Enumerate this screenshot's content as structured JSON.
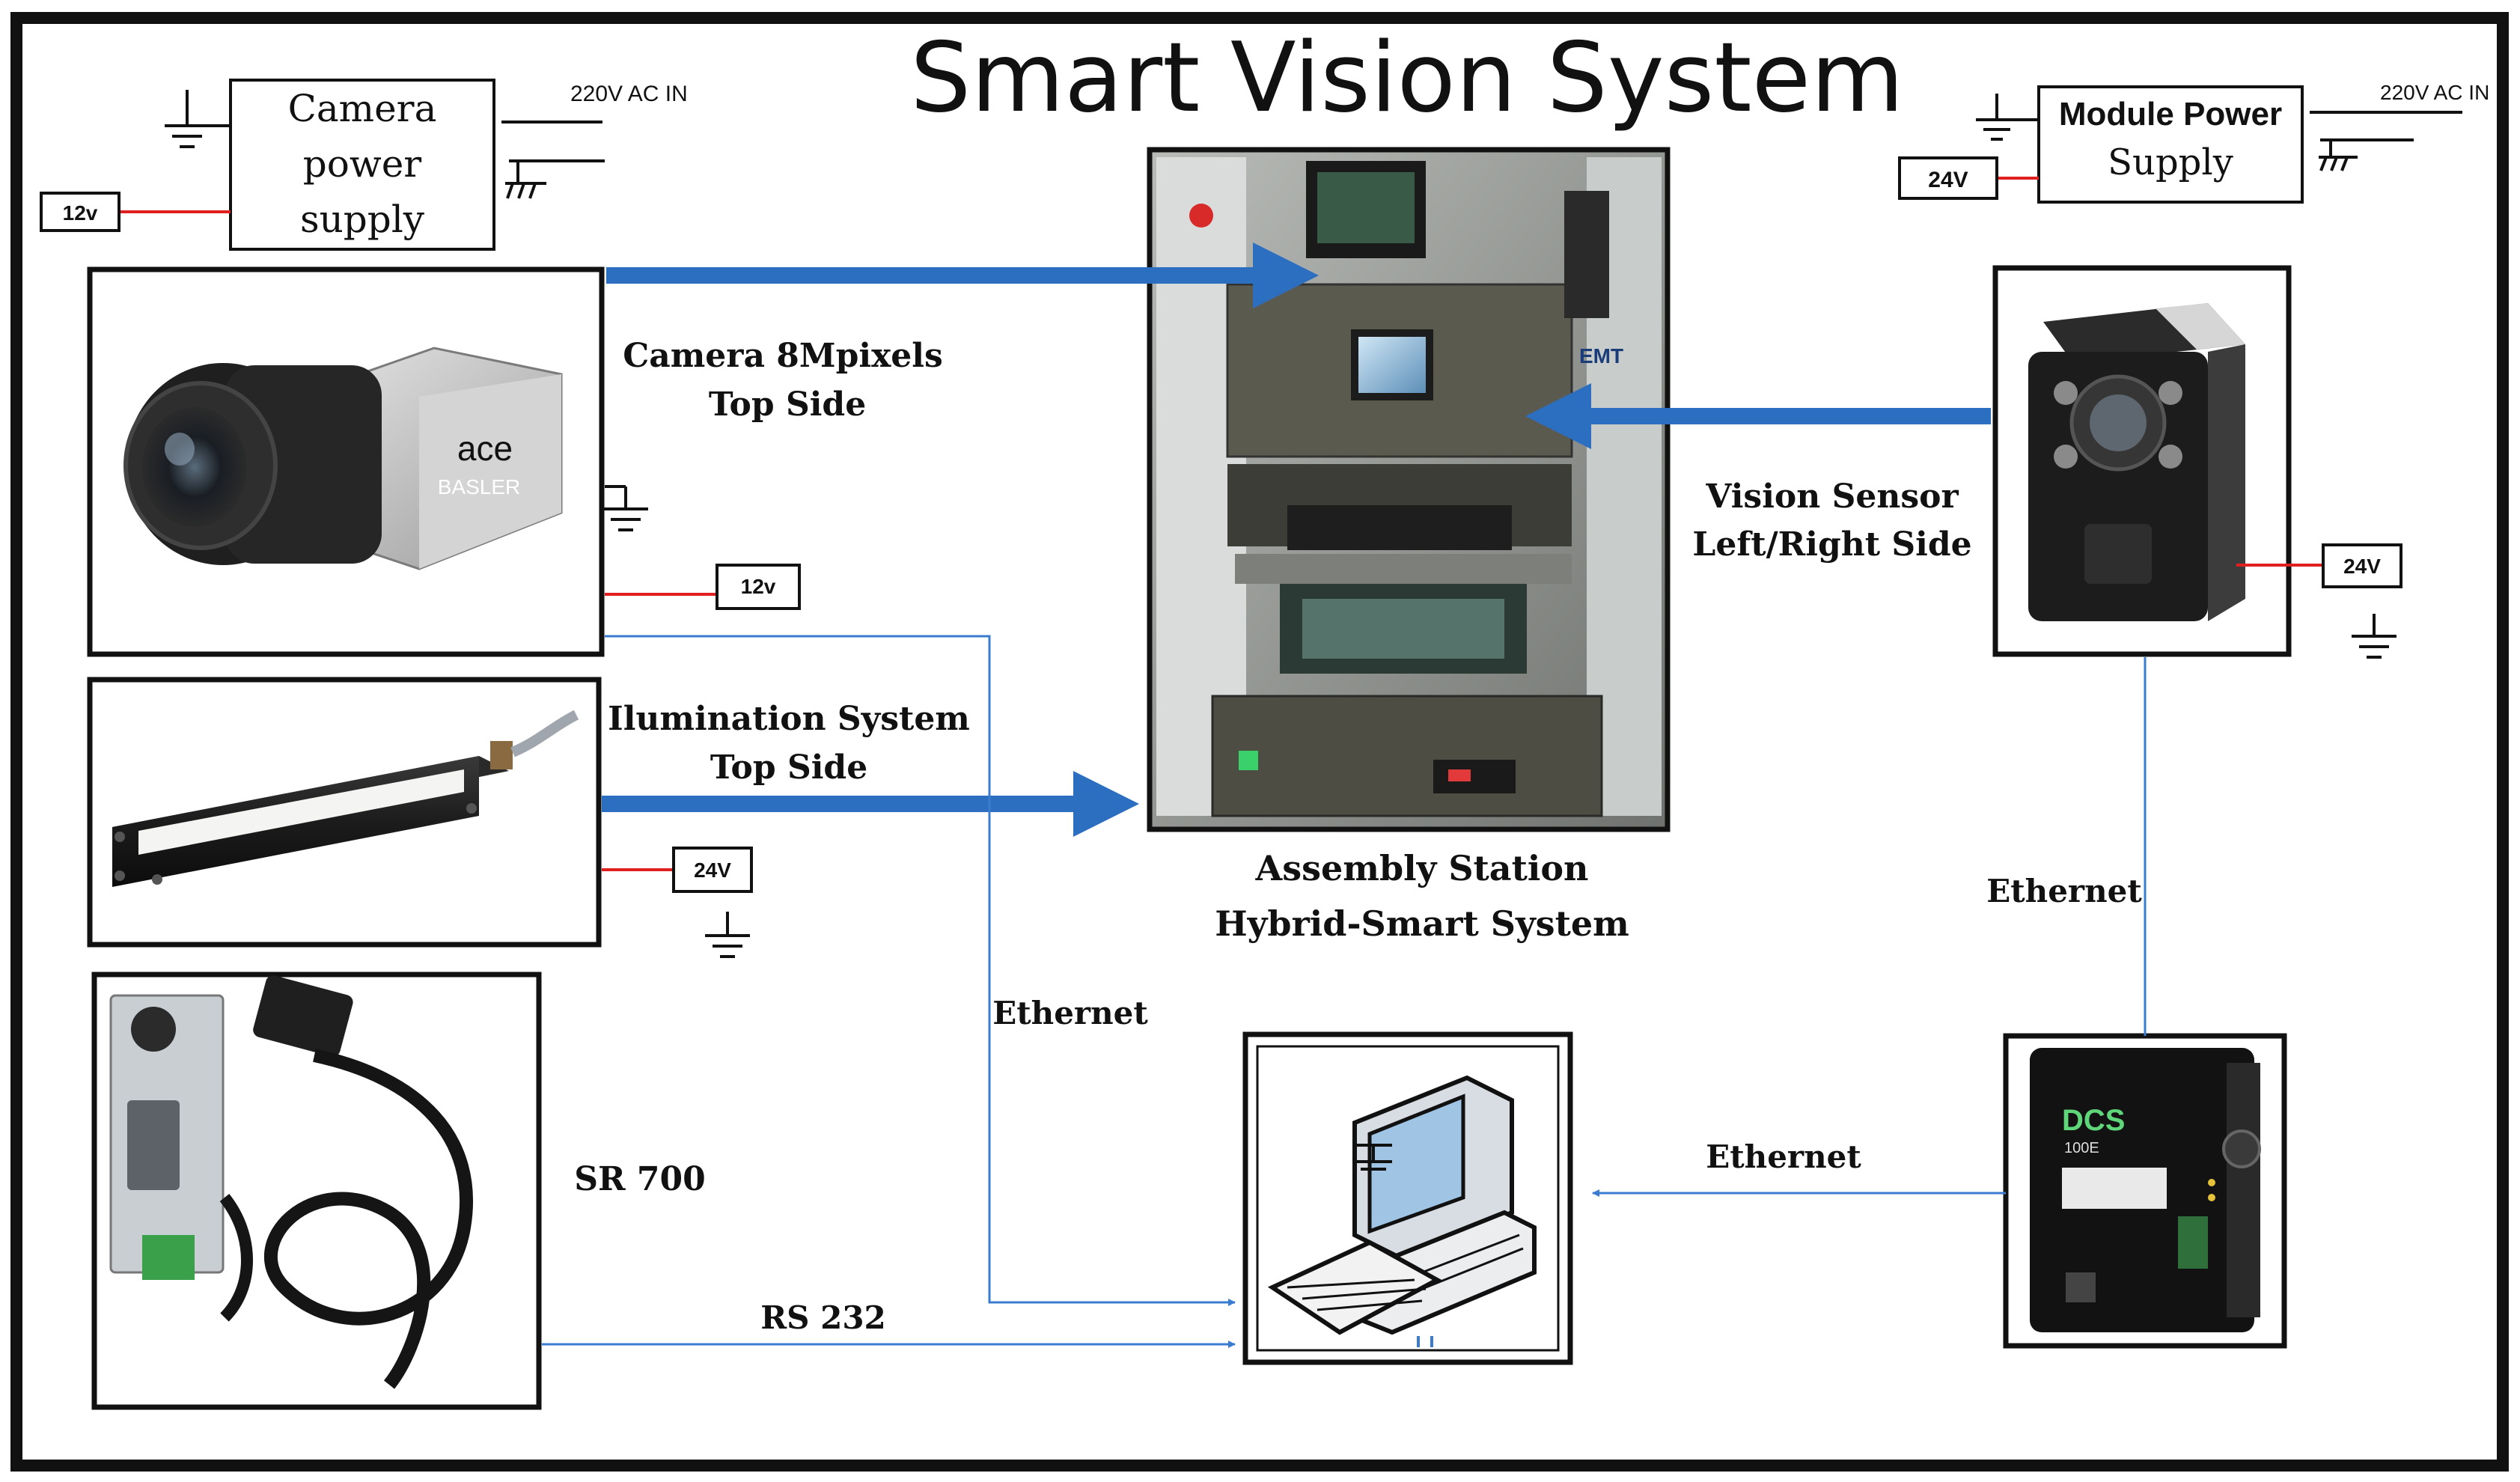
{
  "title": "Smart Vision System",
  "camera_power_supply": {
    "lines": [
      "Camera",
      "power",
      "supply"
    ],
    "ac_in": "220V AC IN",
    "voltage": "12v"
  },
  "module_power_supply": {
    "lines": [
      "Module Power",
      "Supply"
    ],
    "ac_in": "220V AC IN",
    "voltage": "24V"
  },
  "camera": {
    "label_lines": [
      "Camera 8Mpixels",
      "Top Side"
    ],
    "brand_top": "ace",
    "brand_bottom": "BASLER",
    "voltage": "12v"
  },
  "illumination": {
    "label_lines": [
      "Ilumination System",
      "Top Side"
    ],
    "voltage": "24V"
  },
  "vision_sensor": {
    "label_lines": [
      "Vision Sensor",
      "Left/Right Side"
    ],
    "voltage": "24V"
  },
  "assembly_station": {
    "label_lines": [
      "Assembly Station",
      "Hybrid-Smart System"
    ],
    "brand": "EMT"
  },
  "sr700": {
    "label": "SR 700"
  },
  "controller": {
    "brand": "DCS",
    "model": "100E"
  },
  "connections": {
    "ethernet_center": "Ethernet",
    "ethernet_right": "Ethernet",
    "ethernet_controller": "Ethernet",
    "rs232": "RS 232"
  },
  "colors": {
    "arrow_blue": "#2c6fc1",
    "line_blue": "#3a7cd0",
    "power_red": "#e02020",
    "frame": "#111111"
  }
}
